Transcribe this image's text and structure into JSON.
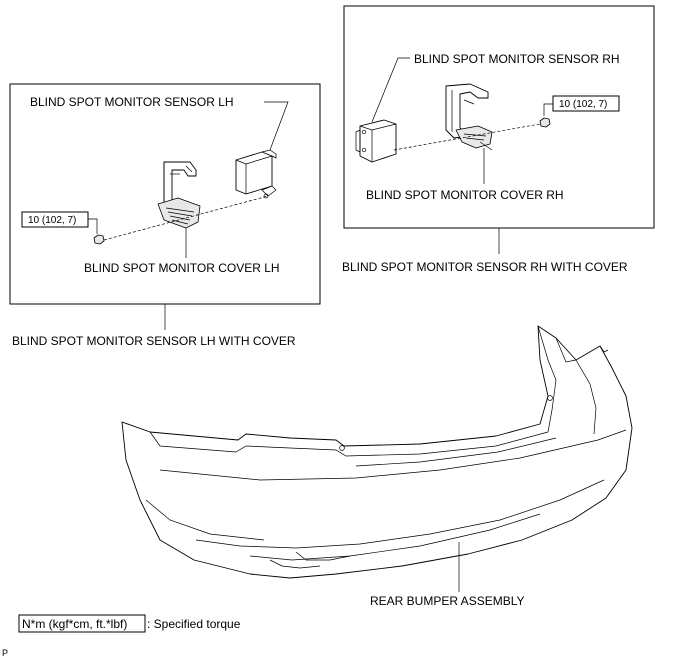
{
  "lh_group": {
    "sensor_label": "BLIND SPOT MONITOR SENSOR LH",
    "cover_label": "BLIND SPOT MONITOR COVER LH",
    "torque": "10 (102, 7)",
    "assembly_label": "BLIND SPOT MONITOR SENSOR LH WITH COVER"
  },
  "rh_group": {
    "sensor_label": "BLIND SPOT MONITOR SENSOR RH",
    "cover_label": "BLIND SPOT MONITOR COVER RH",
    "torque": "10 (102, 7)",
    "assembly_label": "BLIND SPOT MONITOR SENSOR RH WITH COVER"
  },
  "bumper": {
    "label": "REAR BUMPER ASSEMBLY"
  },
  "legend": {
    "unit": "N*m (kgf*cm, ft.*lbf)",
    "description": ": Specified torque"
  },
  "page_marker": "P"
}
